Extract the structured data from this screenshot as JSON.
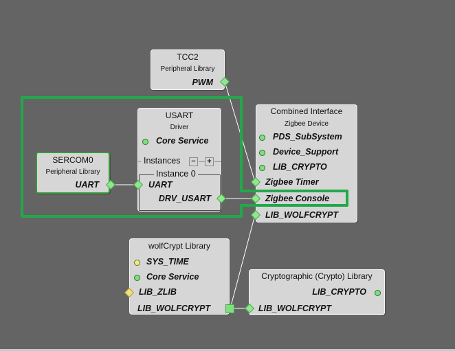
{
  "canvas": {
    "background": "#646464",
    "highlight_color": "#22a84a"
  },
  "nodes": {
    "tcc2": {
      "title": "TCC2",
      "subtitle": "Peripheral Library",
      "ports": [
        {
          "label": "PWM",
          "kind": "diamond",
          "side": "right"
        }
      ]
    },
    "usart": {
      "title": "USART",
      "subtitle": "Driver",
      "dependencies": [
        {
          "label": "Core Service",
          "kind": "dot",
          "status": "green"
        }
      ],
      "instances_label": "Instances",
      "minus_label": "−",
      "plus_label": "+",
      "instance": {
        "legend": "Instance 0",
        "ports": [
          {
            "label": "UART",
            "kind": "diamond",
            "side": "left"
          },
          {
            "label": "DRV_USART",
            "kind": "diamond",
            "side": "right"
          }
        ]
      }
    },
    "sercom0": {
      "title": "SERCOM0",
      "subtitle": "Peripheral Library",
      "ports": [
        {
          "label": "UART",
          "kind": "diamond",
          "side": "right"
        }
      ]
    },
    "combined": {
      "title": "Combined Interface",
      "subtitle": "Zigbee Device",
      "dependencies": [
        {
          "label": "PDS_SubSystem",
          "kind": "dot",
          "status": "green"
        },
        {
          "label": "Device_Support",
          "kind": "dot",
          "status": "green"
        },
        {
          "label": "LIB_CRYPTO",
          "kind": "dot",
          "status": "green"
        }
      ],
      "ports": [
        {
          "label": "Zigbee Timer",
          "kind": "diamond",
          "side": "left"
        },
        {
          "label": "Zigbee Console",
          "kind": "diamond",
          "side": "left",
          "highlighted": true
        },
        {
          "label": "LIB_WOLFCRYPT",
          "kind": "diamond",
          "side": "left"
        }
      ]
    },
    "wolfcrypt": {
      "title": "wolfCrypt Library",
      "dependencies": [
        {
          "label": "SYS_TIME",
          "kind": "dot",
          "status": "yellow"
        },
        {
          "label": "Core Service",
          "kind": "dot",
          "status": "green"
        }
      ],
      "ports": [
        {
          "label": "LIB_ZLIB",
          "kind": "diamond",
          "side": "left",
          "status": "yellow"
        },
        {
          "label": "LIB_WOLFCRYPT",
          "kind": "square",
          "side": "right"
        }
      ]
    },
    "crypto": {
      "title": "Cryptographic (Crypto) Library",
      "dependencies": [
        {
          "label": "LIB_CRYPTO",
          "kind": "dot",
          "status": "green",
          "side": "right"
        }
      ],
      "ports": [
        {
          "label": "LIB_WOLFCRYPT",
          "kind": "diamond",
          "side": "left"
        }
      ]
    }
  },
  "connections": [
    {
      "from": "sercom0.UART",
      "to": "usart.UART"
    },
    {
      "from": "usart.DRV_USART",
      "to": "combined.Zigbee Console"
    },
    {
      "from": "tcc2.PWM",
      "to": "combined.Zigbee Timer"
    },
    {
      "from": "wolfcrypt.LIB_WOLFCRYPT",
      "to": "combined.LIB_WOLFCRYPT"
    },
    {
      "from": "wolfcrypt.LIB_WOLFCRYPT",
      "to": "crypto.LIB_WOLFCRYPT"
    }
  ]
}
